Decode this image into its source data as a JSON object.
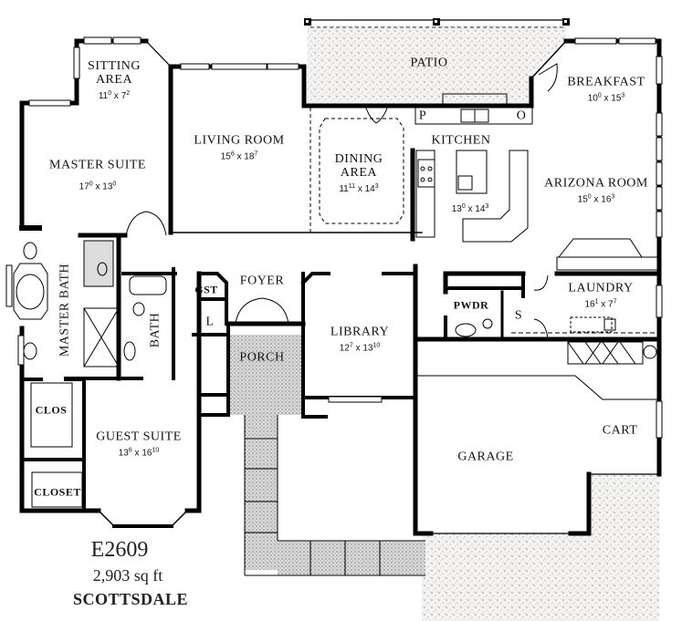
{
  "plan": {
    "model": "E2609",
    "square_feet": "2,903 sq  ft",
    "name": "SCOTTSDALE",
    "wall_color": "#000000",
    "patio_fill": "#ecebe8",
    "background": "#ffffff"
  },
  "rooms": {
    "sitting_area": {
      "name_line1": "SITTING",
      "name_line2": "AREA",
      "dim_a": "11",
      "dim_a_in": "0",
      "dim_b": "7",
      "dim_b_in": "2"
    },
    "living_room": {
      "name": "LIVING ROOM",
      "dim_a": "15",
      "dim_a_in": "6",
      "dim_b": "18",
      "dim_b_in": "7"
    },
    "master_suite": {
      "name": "MASTER SUITE",
      "dim_a": "17",
      "dim_a_in": "0",
      "dim_b": "13",
      "dim_b_in": "0"
    },
    "patio": {
      "name": "PATIO"
    },
    "dining_area": {
      "name_line1": "DINING",
      "name_line2": "AREA",
      "dim_a": "11",
      "dim_a_in": "11",
      "dim_b": "14",
      "dim_b_in": "3"
    },
    "kitchen": {
      "name": "KITCHEN",
      "dim_a": "13",
      "dim_a_in": "0",
      "dim_b": "14",
      "dim_b_in": "3"
    },
    "breakfast": {
      "name": "BREAKFAST",
      "dim_a": "10",
      "dim_a_in": "0",
      "dim_b": "15",
      "dim_b_in": "3"
    },
    "arizona_room": {
      "name": "ARIZONA ROOM",
      "dim_a": "15",
      "dim_a_in": "0",
      "dim_b": "16",
      "dim_b_in": "3"
    },
    "pantry": {
      "name": "P"
    },
    "oven": {
      "name": "O"
    },
    "master_bath": {
      "name": "MASTER BATH"
    },
    "bath": {
      "name": "BATH"
    },
    "gst": {
      "name": "GST"
    },
    "linen": {
      "name": "L"
    },
    "foyer": {
      "name": "FOYER"
    },
    "porch": {
      "name": "PORCH"
    },
    "library": {
      "name": "LIBRARY",
      "dim_a": "12",
      "dim_a_in": "7",
      "dim_b": "13",
      "dim_b_in": "10"
    },
    "powder": {
      "name": "PWDR"
    },
    "storage": {
      "name": "S"
    },
    "laundry": {
      "name": "LAUNDRY",
      "dim_a": "16",
      "dim_a_in": "1",
      "dim_b": "7",
      "dim_b_in": "7"
    },
    "clos": {
      "name": "CLOS"
    },
    "closet": {
      "name": "CLOSET"
    },
    "guest_suite": {
      "name": "GUEST SUITE",
      "dim_a": "13",
      "dim_a_in": "6",
      "dim_b": "16",
      "dim_b_in": "10"
    },
    "garage": {
      "name": "GARAGE"
    },
    "cart": {
      "name": "CART"
    }
  }
}
